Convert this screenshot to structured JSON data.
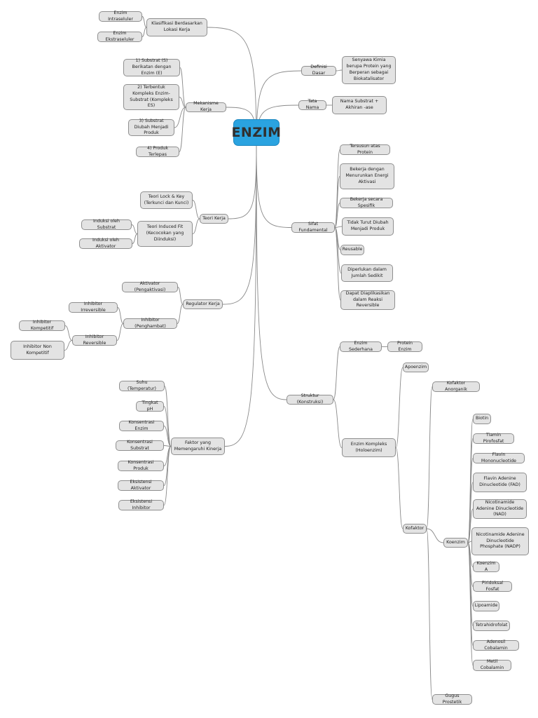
{
  "root": "ENZIM",
  "lokasi": {
    "label": "Klasifikasi Berdasarkan Lokasi Kerja",
    "items": [
      "Enzim Intraseluler",
      "Enzim Ekstraseluler"
    ]
  },
  "mekanisme": {
    "label": "Mekanisme Kerja",
    "items": [
      "1) Substrat (S) Berikatan dengan Enzim (E)",
      "2) Terbentuk Kompleks Enzim-Substrat (Kompleks ES)",
      "3) Substrat Diubah Menjadi Produk",
      "4) Produk Terlepas"
    ]
  },
  "teori": {
    "label": "Teori Kerja",
    "lock_key": "Teori Lock & Key (Terkunci dan Kunci)",
    "induced": "Teori Induced Fit (Kecocokan yang Diinduksi)",
    "induced_items": [
      "Induksi oleh Substrat",
      "Induksi oleh Aktivator"
    ]
  },
  "regulator": {
    "label": "Regulator Kerja",
    "aktivator": "Aktivator (Pengaktivasi)",
    "inhibitor": "Inhibitor (Penghambat)",
    "irreversible": "Inhibitor Irreversible",
    "reversible": "Inhibitor Reversible",
    "reversible_items": [
      "Inhibitor Kompetitif",
      "Inhibitor Non Kompetitif"
    ]
  },
  "faktor": {
    "label": "Faktor yang Memengaruhi Kinerja",
    "items": [
      "Suhu (Temperatur)",
      "Tingkat pH",
      "Konsentrasi Enzim",
      "Konsentrasi Substrat",
      "Konsentrasi Produk",
      "Eksistensi Aktivator",
      "Eksistensi Inhibitor"
    ]
  },
  "definisi": {
    "label": "Definisi Dasar",
    "value": "Senyawa Kimia berupa Protein yang Berperan sebagai Biokatalisator"
  },
  "tatanama": {
    "label": "Tata Nama",
    "value": "Nama Substrat + Akhiran -ase"
  },
  "sifat": {
    "label": "Sifat Fundamental",
    "items": [
      "Tersusun atas Protein",
      "Bekerja dengan Menurunkan Energi Aktivasi",
      "Bekerja secara Spesifik",
      "Tidak Turut Diubah Menjadi Produk",
      "Reusable",
      "Diperlukan dalam Jumlah Sedikit",
      "Dapat Diaplikasikan dalam Reaksi Reversible"
    ]
  },
  "struktur": {
    "label": "Struktur (Konstruksi)",
    "sederhana": "Enzim Sederhana",
    "protein": "Protein Enzim",
    "kompleks": "Enzim Kompleks (Holoenzim)",
    "apoenzim": "Apoenzim",
    "kofaktor": "Kofaktor",
    "anorganik": "Kofaktor Anorganik",
    "koenzim": "Koenzim",
    "koenzim_items": [
      "Biotin",
      "Tiamin Pirofosfat",
      "Flavin Mononucleotide",
      "Flavin Adenine Dinucleotide (FAD)",
      "Nicotinamide Adenine Dinucleotide (NAD)",
      "Nicotinamide Adenine Dinucleotide Phosphate (NADP)",
      "Koenzim A",
      "Piridoksal Fosfat",
      "Lipoamide",
      "Tetrahidrofolat",
      "Adenosil Cobalamin",
      "Metil Cobalamin"
    ],
    "gugus": "Gugus Prostetik"
  }
}
